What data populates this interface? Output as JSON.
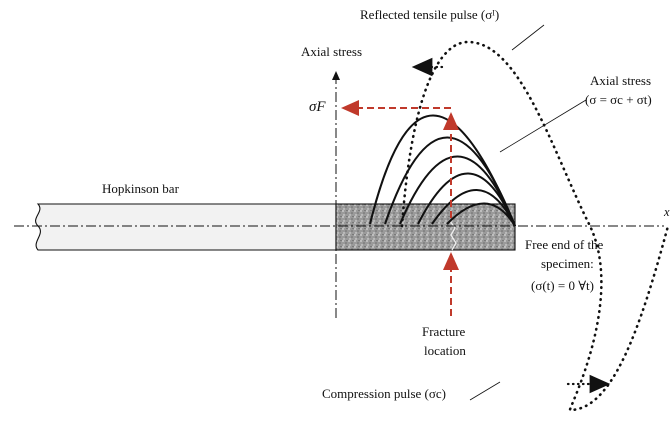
{
  "labels": {
    "reflected_pulse": "Reflected tensile pulse (σᴵ)",
    "axial_stress_axis": "Axial stress",
    "axial_stress_total_line1": "Axial stress",
    "axial_stress_total_line2": "(σ = σc + σt)",
    "sigma_f": "σF",
    "hopkinson_bar": "Hopkinson bar",
    "free_end_line1": "Free end of the",
    "free_end_line2": "specimen:",
    "free_end_line3": "(σ(t) = 0 ∀t)",
    "fracture_line1": "Fracture",
    "fracture_line2": "location",
    "compression_pulse": "Compression pulse (σc)",
    "axis_x": "x"
  },
  "colors": {
    "fracture_guide": "#c0392b",
    "ink": "#111111",
    "bar_fill": "#f2f2f2",
    "specimen_fill": "#a9a9a9"
  }
}
